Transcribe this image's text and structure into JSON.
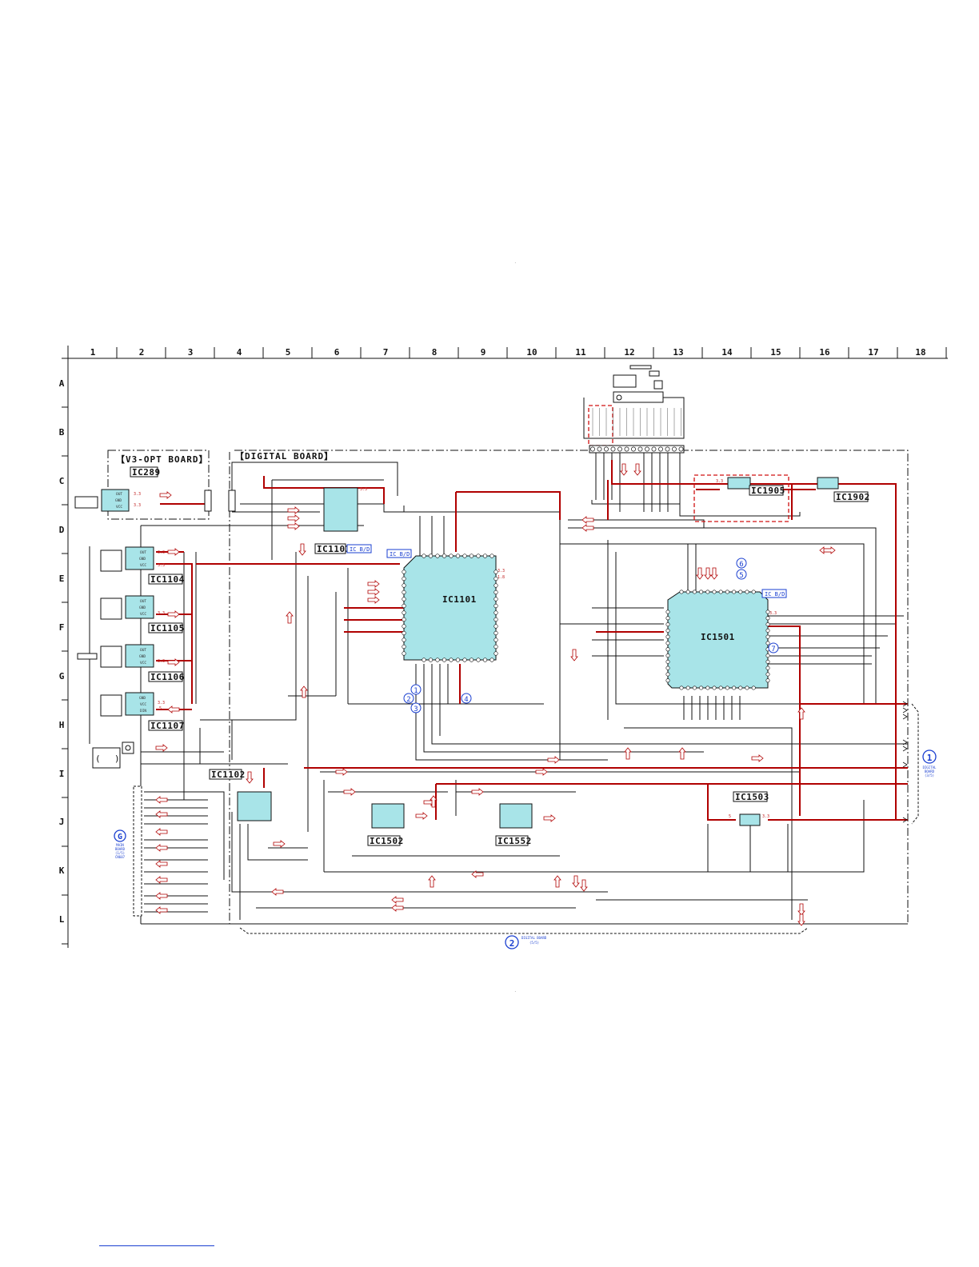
{
  "grid": {
    "columns": [
      "1",
      "2",
      "3",
      "4",
      "5",
      "6",
      "7",
      "8",
      "9",
      "10",
      "11",
      "12",
      "13",
      "14",
      "15",
      "16",
      "17",
      "18"
    ],
    "rows": [
      "A",
      "B",
      "C",
      "D",
      "E",
      "F",
      "G",
      "H",
      "I",
      "J",
      "K",
      "L"
    ]
  },
  "boards": {
    "v3_opt": "【V3-OPT BOARD】",
    "digital": "【DIGITAL BOARD】"
  },
  "ics": {
    "ic289": "IC289",
    "ic1103": "IC1103",
    "ic1101": "IC1101",
    "ic1501": "IC1501",
    "ic1104": "IC1104",
    "ic1105": "IC1105",
    "ic1106": "IC1106",
    "ic1107": "IC1107",
    "ic1102": "IC1102",
    "ic1502": "IC1502",
    "ic1552": "IC1552",
    "ic1503": "IC1503",
    "ic1905": "IC1905",
    "ic1902": "IC1902"
  },
  "tags": {
    "icbd": "IC B/D"
  },
  "markers": [
    "1",
    "2",
    "3",
    "4",
    "5",
    "6",
    "7"
  ],
  "connectors": {
    "digital_board_1": {
      "num": "1",
      "lines": [
        "DIGITAL",
        "BOARD",
        "(3/5)"
      ]
    },
    "digital_board_2": {
      "num": "2",
      "lines": [
        "DIGITAL BOARD",
        "(5/5)"
      ]
    },
    "main_board": {
      "num": "G",
      "lines": [
        "MAIN",
        "BOARD",
        "(1/5)",
        "CN607"
      ]
    }
  },
  "small_pins": {
    "out_gnd_vcc": [
      "OUT",
      "GND",
      "VCC"
    ],
    "gnd_vcc_din": [
      "GND",
      "VCC",
      "DIN"
    ]
  },
  "voltages": {
    "v33": "3.3",
    "v5": "5",
    "v18": "1.8"
  },
  "colors": {
    "wire_black": "#111111",
    "wire_red": "#b00000",
    "ic_fill": "#a8e4e8",
    "blue_text": "#1a3fd0",
    "dash_red": "#d01010"
  }
}
